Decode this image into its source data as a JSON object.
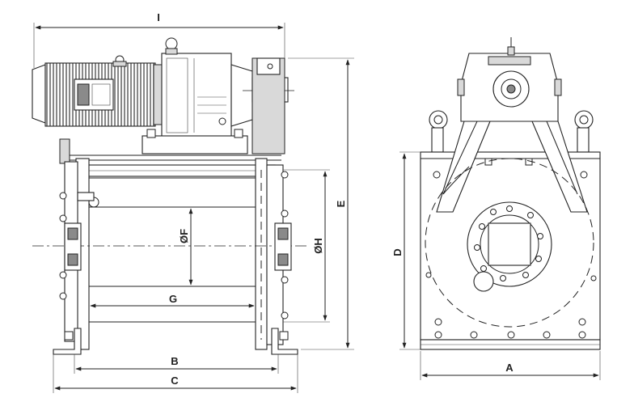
{
  "dimensions": {
    "I": "I",
    "E": "E",
    "F": "ØF",
    "H": "ØH",
    "G": "G",
    "B": "B",
    "C": "C",
    "D": "D",
    "A": "A"
  }
}
